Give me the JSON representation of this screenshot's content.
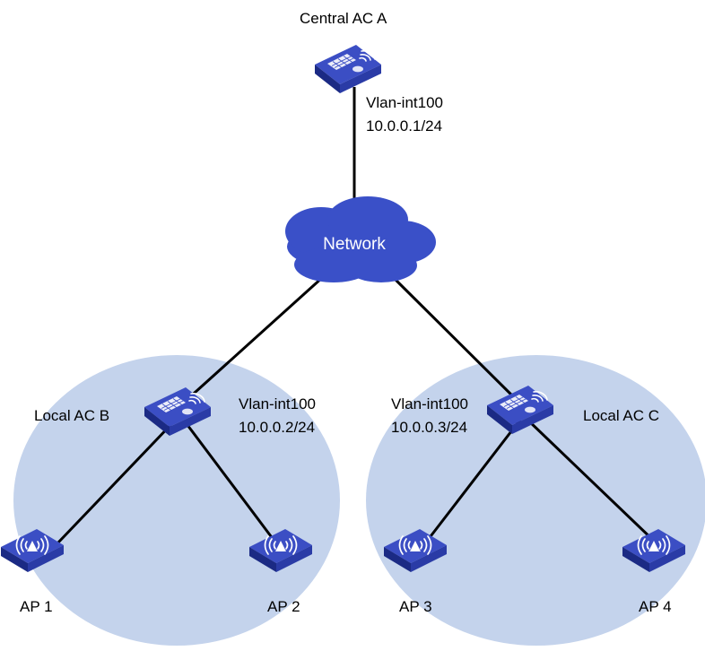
{
  "colors": {
    "domain_fill": "#c4d3ec",
    "device_top": "#3b4ec4",
    "device_side_dark": "#1b2a84",
    "device_side_mid": "#2a3ba6",
    "cloud": "#3a50c8",
    "link": "#000000"
  },
  "devices": {
    "central_ac": {
      "label": "Central AC A",
      "vlan": "Vlan-int100",
      "ip": "10.0.0.1/24",
      "icon": "wireless-controller-icon"
    },
    "local_ac_b": {
      "label": "Local AC B",
      "vlan": "Vlan-int100",
      "ip": "10.0.0.2/24",
      "icon": "wireless-controller-icon"
    },
    "local_ac_c": {
      "label": "Local AC C",
      "vlan": "Vlan-int100",
      "ip": "10.0.0.3/24",
      "icon": "wireless-controller-icon"
    },
    "ap1": {
      "label": "AP 1",
      "icon": "access-point-icon"
    },
    "ap2": {
      "label": "AP 2",
      "icon": "access-point-icon"
    },
    "ap3": {
      "label": "AP 3",
      "icon": "access-point-icon"
    },
    "ap4": {
      "label": "AP 4",
      "icon": "access-point-icon"
    }
  },
  "network": {
    "label": "Network",
    "icon": "cloud-icon"
  }
}
